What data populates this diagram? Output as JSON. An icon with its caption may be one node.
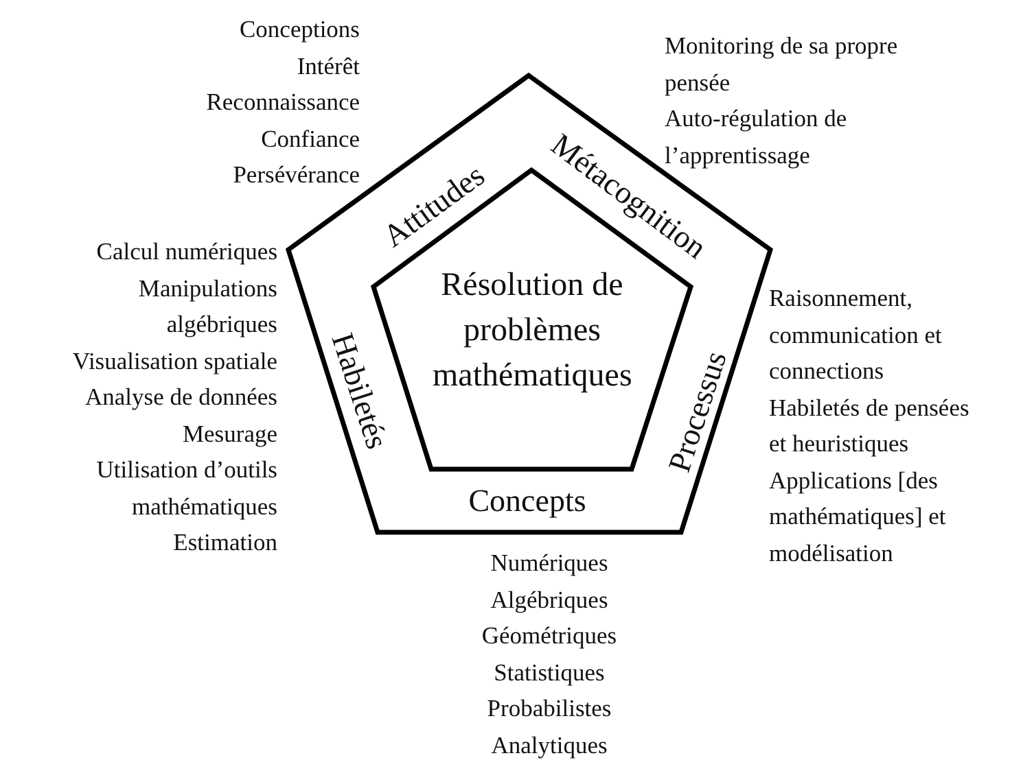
{
  "diagram": {
    "nodes": [
      {
        "text": [
          "Attitudes",
          "Métacognition",
          "Processus",
          "Concepts",
          "Habiletés"
        ]
      },
      {
        "text": [
          "Résolution de problèmes mathématiques"
        ],
        "in": 0
      }
    ],
    "labels": [
      "Conceptions",
      "Intérêt",
      "Reconnaissance",
      "Confiance",
      "Persévérance",
      "Monitoring de sa propre pensée",
      "Auto-régulation de l’apprentissage",
      "Calcul numériques",
      "Manipulations algébriques",
      "Visualisation spatiale",
      "Analyse de données",
      "Mesurage",
      "Utilisation d’outils mathématiques",
      "Estimation",
      "Raisonnement, communication et connections",
      "Habiletés de pensées et heuristiques",
      "Applications [des mathématiques] et modélisation",
      "Numériques",
      "Algébriques",
      "Géométriques",
      "Statistiques",
      "Probabilistes",
      "Analytiques"
    ]
  }
}
